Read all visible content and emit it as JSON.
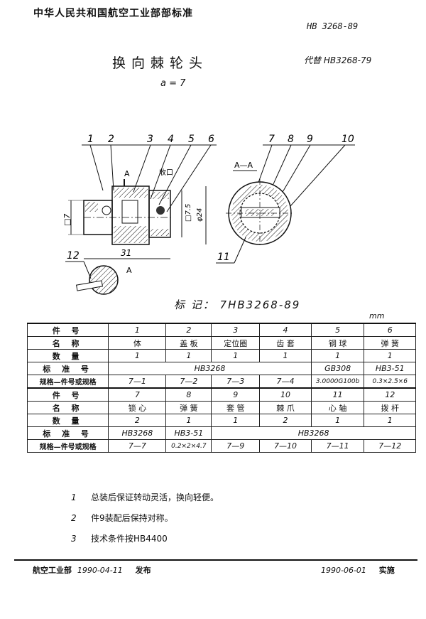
{
  "header": {
    "org": "中华人民共和国航空工业部部标准",
    "std_no": "HB  3268-89",
    "title": "换向棘轮头",
    "replaces": "代替 HB3268-79",
    "param": "a = 7"
  },
  "drawing": {
    "callouts_left": [
      "1",
      "2",
      "3",
      "4",
      "5",
      "6"
    ],
    "callouts_right": [
      "7",
      "8",
      "9",
      "10"
    ],
    "callout_11": "11",
    "callout_12": "12",
    "section_label": "A—A",
    "view_mark_top": "A",
    "view_mark_bottom": "A",
    "rivet_label": "收口",
    "dim_left": "□7",
    "dim_31": "31",
    "dim_sq7": "□7.5",
    "dim_d24": "φ24"
  },
  "marking": "标  记：  7HB3268-89",
  "unit": "mm",
  "table": {
    "row_labels_1": [
      "件  号",
      "名  称",
      "数  量",
      "标 准 号",
      "规格—件号或规格"
    ],
    "row_labels_2": [
      "件  号",
      "名  称",
      "数  量",
      "标 准 号",
      "规格—件号或规格"
    ],
    "part_no_1": [
      "1",
      "2",
      "3",
      "4",
      "5",
      "6"
    ],
    "name_1": [
      "体",
      "盖  板",
      "定位圈",
      "齿  套",
      "钢  球",
      "弹  簧"
    ],
    "qty_1": [
      "1",
      "1",
      "1",
      "1",
      "1",
      "1"
    ],
    "std_1_merged": "HB3268",
    "std_1_5": "GB308",
    "std_1_6": "HB3-51",
    "spec_1": [
      "7—1",
      "7—2",
      "7—3",
      "7—4",
      "3.0000G100b",
      "0.3×2.5×6"
    ],
    "part_no_2": [
      "7",
      "8",
      "9",
      "10",
      "11",
      "12"
    ],
    "name_2": [
      "锁  心",
      "弹  簧",
      "套  管",
      "棘  爪",
      "心  轴",
      "拨  杆"
    ],
    "qty_2": [
      "2",
      "1",
      "1",
      "2",
      "1",
      "1"
    ],
    "std_2_1": "HB3268",
    "std_2_2": "HB3-51",
    "std_2_merged": "HB3268",
    "spec_2": [
      "7—7",
      "0.2×2×4.7",
      "7—9",
      "7—10",
      "7—11",
      "7—12"
    ]
  },
  "notes": [
    {
      "n": "1",
      "text": "总装后保证转动灵活，换向轻便。"
    },
    {
      "n": "2",
      "text": "件9装配后保持对称。"
    },
    {
      "n": "3",
      "text": "技术条件按HB4400"
    }
  ],
  "footer": {
    "issuer": "航空工业部",
    "issue_date": "1990-04-11",
    "issue_word": "发布",
    "impl_date": "1990-06-01",
    "impl_word": "实施"
  }
}
